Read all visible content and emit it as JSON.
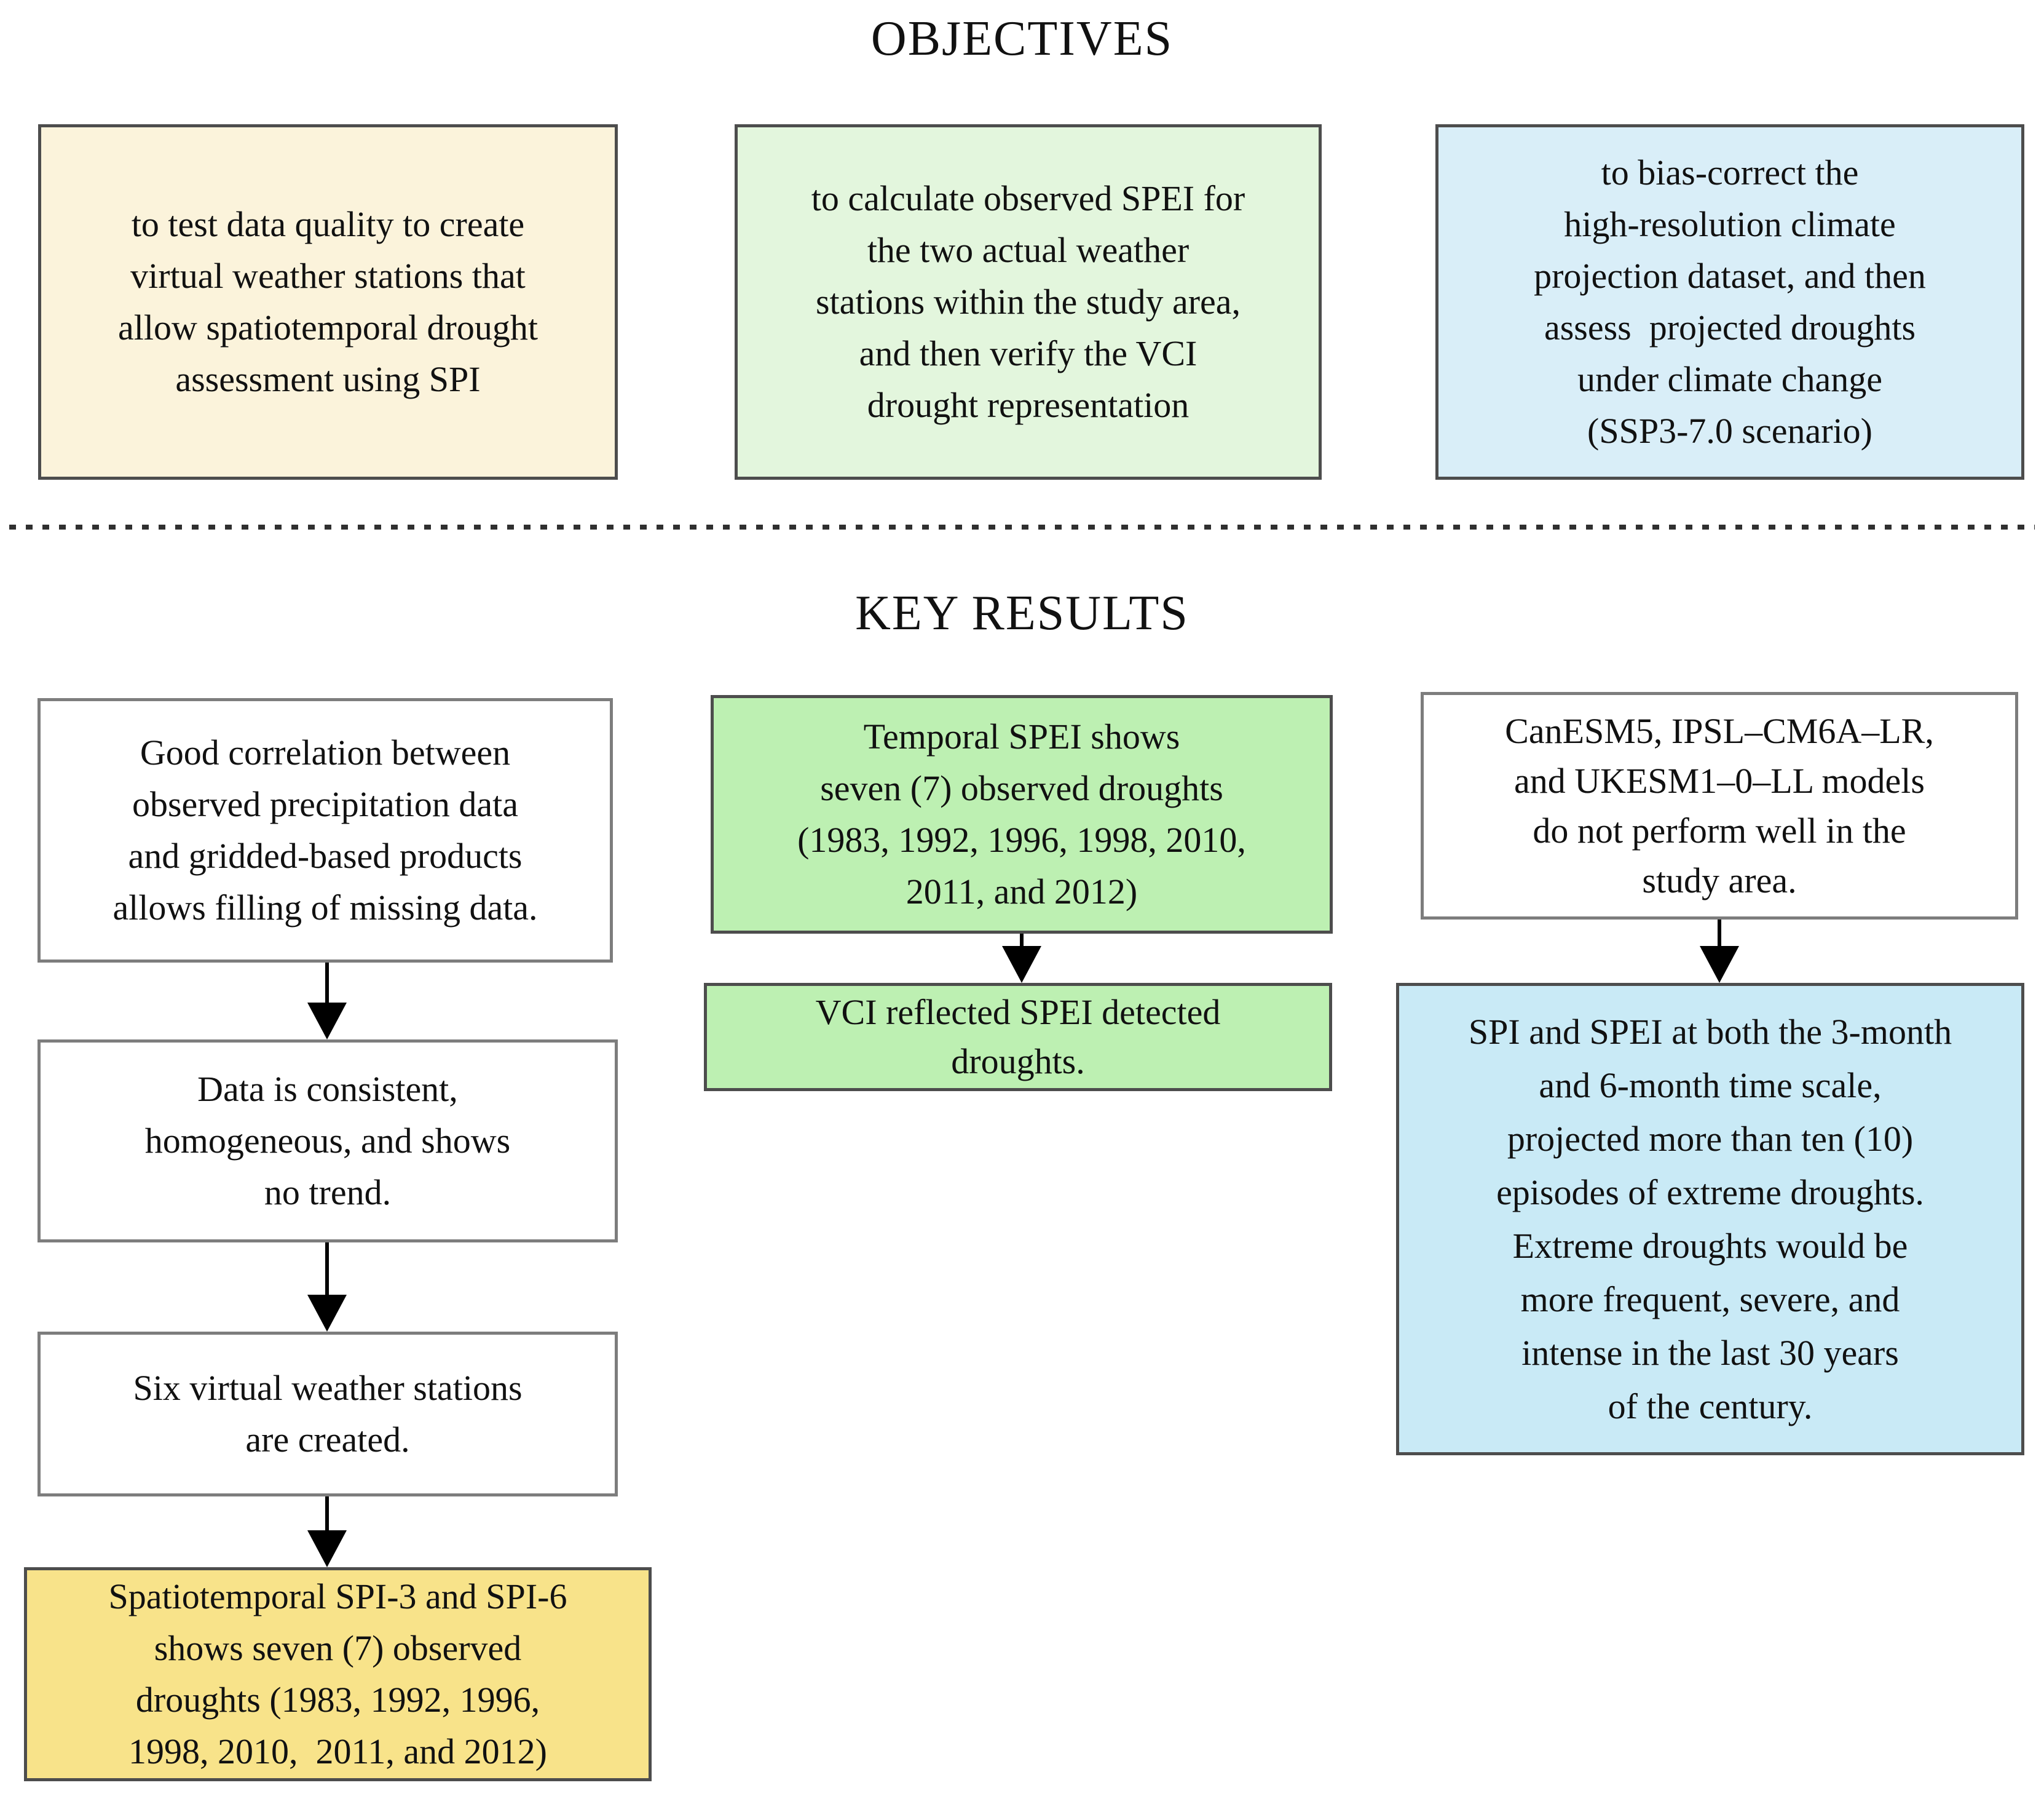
{
  "palette": {
    "cream": "#FBF3DB",
    "pale_green": "#E3F6DD",
    "pale_blue": "#D9EEF8",
    "bright_green": "#BDF0B2",
    "yellow": "#F8E38A",
    "light_blue": "#C9EAF6",
    "white": "#FFFFFF",
    "border_dark": "#4d4d4d",
    "border_gray": "#7d7d7d"
  },
  "sections": {
    "objectives": {
      "title": "OBJECTIVES",
      "boxes": [
        {
          "name": "objective-spi",
          "text": "to test data quality to create\nvirtual weather stations that\nallow spatiotemporal drought\nassessment using SPI",
          "bg": "#FBF3DB"
        },
        {
          "name": "objective-spei-vci",
          "text": "to calculate observed SPEI for\nthe two actual weather\nstations within the study area,\nand then verify the VCI\ndrought representation",
          "bg": "#E3F6DD"
        },
        {
          "name": "objective-bias-correction",
          "text": "to bias-correct the\nhigh-resolution climate\nprojection dataset, and then\nassess  projected droughts\nunder climate change\n(SSP3-7.0 scenario)",
          "bg": "#D9EEF8"
        }
      ]
    },
    "key_results": {
      "title": "KEY RESULTS",
      "left_chain": [
        {
          "name": "result-correlation",
          "text": "Good correlation between\nobserved precipitation data\nand gridded-based products\nallows filling of missing data.",
          "bg": "#FFFFFF"
        },
        {
          "name": "result-consistency",
          "text": "Data is consistent,\nhomogeneous, and shows\nno trend.",
          "bg": "#FFFFFF"
        },
        {
          "name": "result-virtual-stations",
          "text": "Six virtual weather stations\nare created.",
          "bg": "#FFFFFF"
        },
        {
          "name": "result-spatiotemporal-spi",
          "text": "Spatiotemporal SPI-3 and SPI-6\nshows seven (7) observed\ndroughts (1983, 1992, 1996,\n1998, 2010,  2011, and 2012)",
          "bg": "#F8E38A"
        }
      ],
      "middle_chain": [
        {
          "name": "result-temporal-spei",
          "text": "Temporal SPEI shows\nseven (7) observed droughts\n(1983, 1992, 1996, 1998, 2010,\n2011, and 2012)",
          "bg": "#BDF0B2"
        },
        {
          "name": "result-vci-reflected",
          "text": "VCI reflected SPEI detected\ndroughts.",
          "bg": "#BDF0B2"
        }
      ],
      "right_chain": [
        {
          "name": "result-models-performance",
          "text": "CanESM5, IPSL–CM6A–LR,\nand UKESM1–0–LL models\ndo not perform well in the\nstudy area.",
          "bg": "#FFFFFF"
        },
        {
          "name": "result-projected-droughts",
          "text": "SPI and SPEI at both the 3-month\nand 6-month time scale,\nprojected more than ten (10)\nepisodes of extreme droughts.\nExtreme droughts would be\nmore frequent, severe, and\nintense in the last 30 years\nof the century.",
          "bg": "#C9EAF6"
        }
      ]
    }
  }
}
